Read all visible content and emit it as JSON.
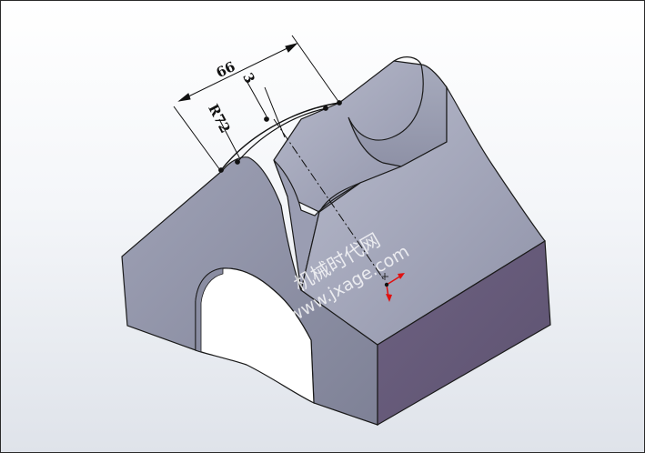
{
  "dimensions": {
    "width": "66",
    "offset": "3",
    "radius": "R72"
  },
  "watermark": {
    "cn": "机械时代网",
    "url": "www.jxage.com"
  },
  "colors": {
    "background_top": "#ffffff",
    "background_bottom": "#dfe3ea",
    "part_light": "#b3b6c8",
    "part_mid": "#8d90a6",
    "part_dark": "#6b5e7d",
    "triad_x": "#e01010",
    "triad_y": "#e01010"
  },
  "icons": [
    "coordinate-triad-icon",
    "origin-point-icon"
  ]
}
